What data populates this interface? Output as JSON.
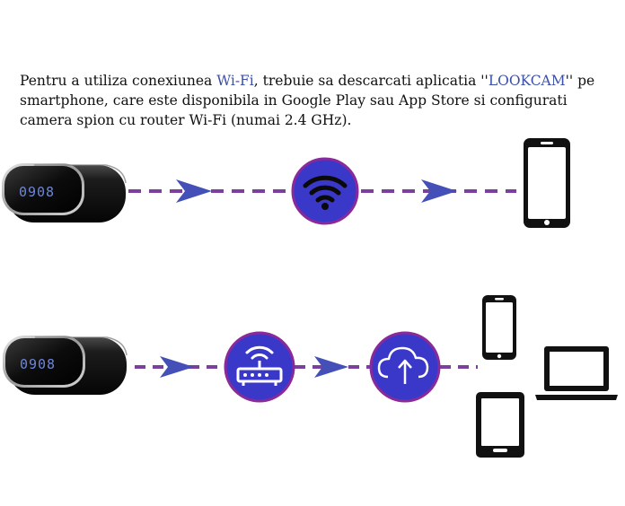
{
  "intro": {
    "p1": "Pentru a utiliza conexiunea ",
    "wifi": "Wi-Fi",
    "p2": ", trebuie sa descarcati aplicatia ''",
    "app": "LOOKCAM",
    "p3": "'' pe smartphone, care este disponibila in Google Play sau App Store si configurati camera spion cu router Wi-Fi (numai 2.4 GHz)."
  },
  "clock_display": "0908",
  "colors": {
    "text_highlight": "#3b4fa8",
    "circle_fill": "#3a38c8",
    "circle_border": "#8a2a9a",
    "dash": "#7b3f9e",
    "arrow": "#4450b8",
    "device_dark": "#111111",
    "clock_digits": "#6e86d8"
  },
  "icons": {
    "clock_camera": "alarm-clock-camera-icon",
    "wifi": "wifi-icon",
    "router": "router-icon",
    "cloud": "cloud-upload-icon",
    "smartphone": "smartphone-icon",
    "tablet": "tablet-icon",
    "laptop": "laptop-icon"
  }
}
